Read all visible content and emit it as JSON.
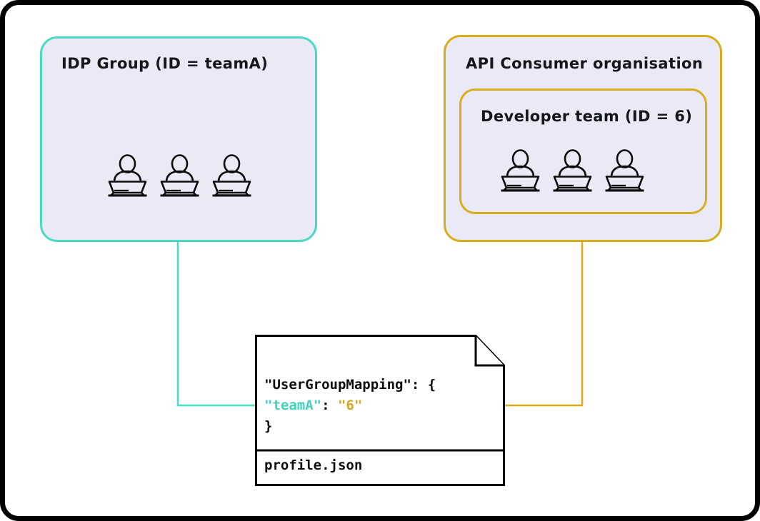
{
  "diagram": {
    "title_left": "IDP Group (ID = teamA)",
    "title_right_outer": "API Consumer organisation",
    "title_right_inner": "Developer team (ID = 6)",
    "colors": {
      "teal": "#4ed9c4",
      "amber": "#d9ae1e",
      "box_fill": "#eaeaf6",
      "frame": "#000000",
      "gray_connector": "#d9d9d9",
      "code_key_teal": "#45d2bd",
      "code_value_amber": "#d4a823"
    },
    "people": {
      "left_group_count": 3,
      "right_group_count": 3,
      "icon_name": "person-at-laptop-icon"
    },
    "document": {
      "filename": "profile.json",
      "code_lines": [
        {
          "text": "\"UserGroupMapping\": {",
          "color": "default"
        },
        {
          "segments": [
            {
              "text": "\"teamA\"",
              "color": "teal"
            },
            {
              "text": ": ",
              "color": "default"
            },
            {
              "text": "\"6\"",
              "color": "amber"
            }
          ]
        },
        {
          "text": "}",
          "color": "default"
        }
      ],
      "line1": "\"UserGroupMapping\": {",
      "line2_key": "\"teamA\"",
      "line2_sep": ": ",
      "line2_value": "\"6\"",
      "line3": "}"
    },
    "connectors": [
      {
        "name": "idp-group-to-mapping-key",
        "from": "IDP Group (ID = teamA)",
        "to": "\"teamA\" key in profile.json",
        "color": "#4ed9c4",
        "arrow": "right"
      },
      {
        "name": "developer-team-to-mapping-value",
        "from": "Developer team (ID = 6)",
        "to": "\"6\" value in profile.json",
        "color": "#d9ae1e",
        "arrow": "left"
      }
    ]
  }
}
